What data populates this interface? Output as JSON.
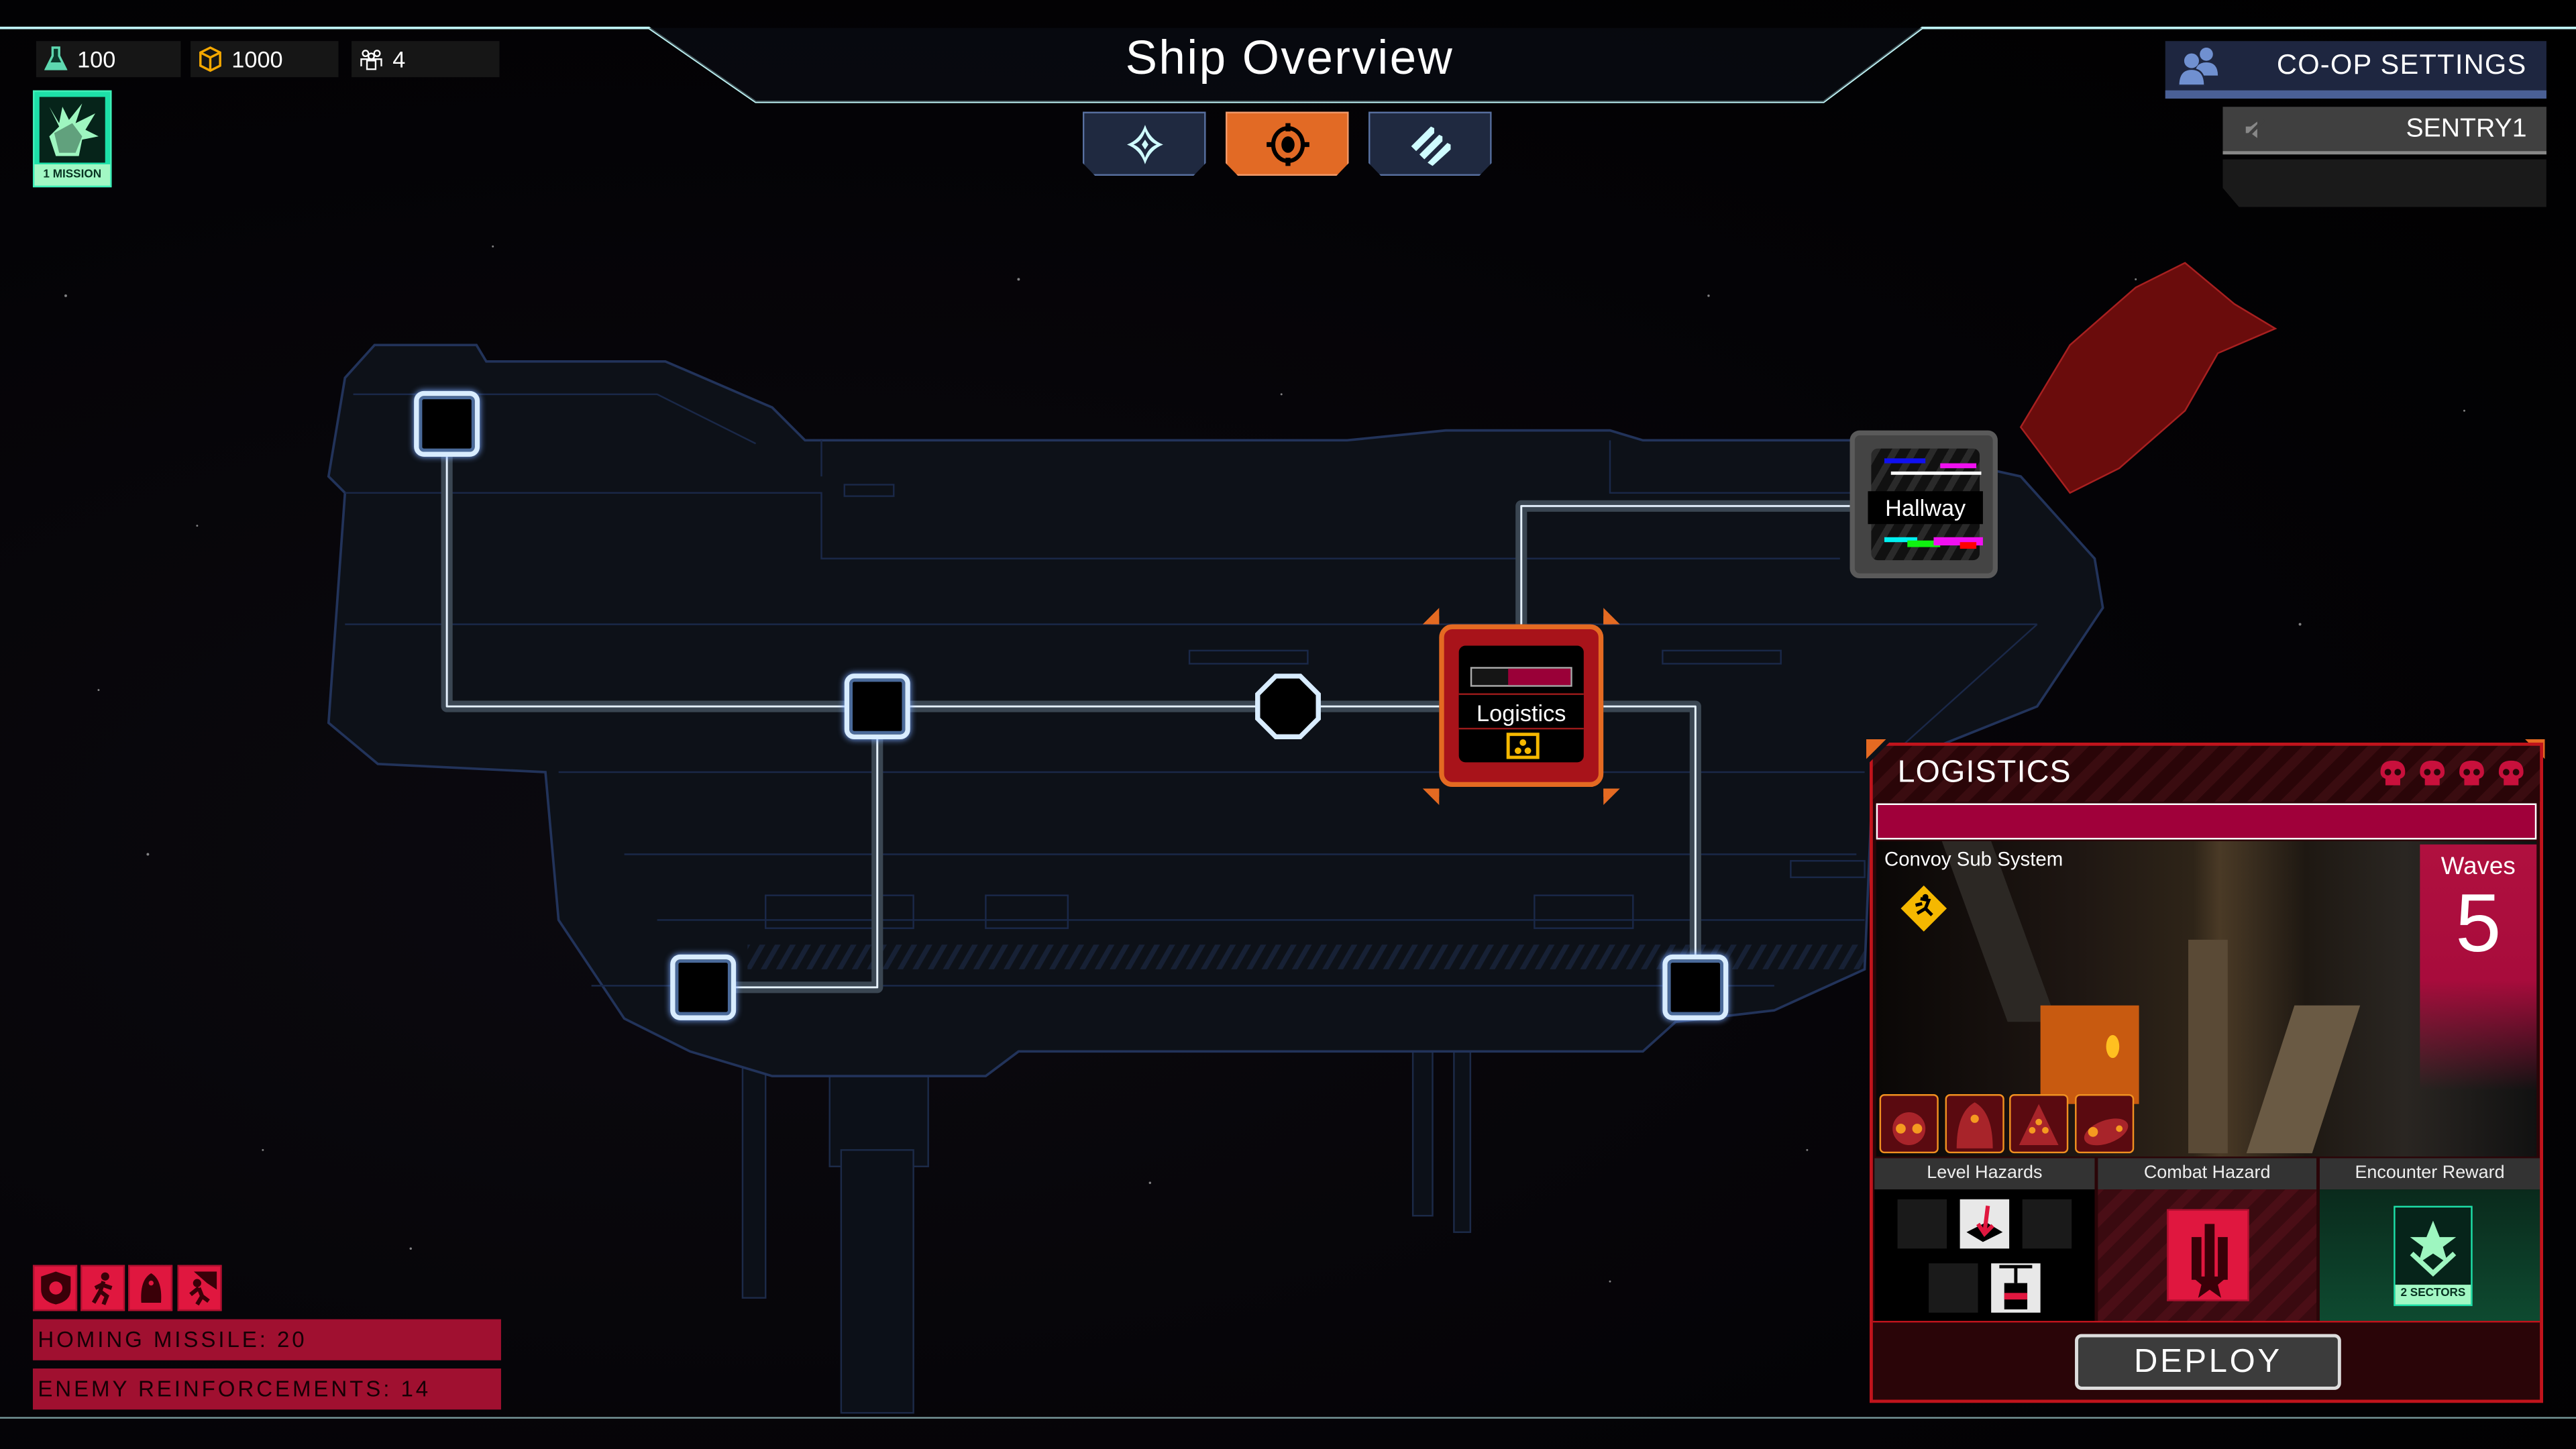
{
  "resources": [
    {
      "icon": "flask-icon",
      "value": "100"
    },
    {
      "icon": "cube-icon",
      "value": "1000"
    },
    {
      "icon": "people-icon",
      "value": "4"
    }
  ],
  "mission_card": {
    "label": "1 MISSION"
  },
  "header": {
    "title": "Ship Overview"
  },
  "tabs": [
    {
      "icon": "diamond-icon",
      "active": false
    },
    {
      "icon": "crosshair-icon",
      "active": true
    },
    {
      "icon": "ammo-icon",
      "active": false
    }
  ],
  "coop": {
    "label": "CO-OP SETTINGS",
    "player": "SENTRY1",
    "player_icon": "muted-speaker-icon"
  },
  "map": {
    "nodes": [
      {
        "label": "Logistics",
        "state": "selected",
        "progress": 0.64
      },
      {
        "label": "Hallway",
        "state": "corrupted"
      }
    ]
  },
  "panel": {
    "title": "LOGISTICS",
    "difficulty_skulls": 4,
    "subtitle": "Convoy Sub System",
    "waves_label": "Waves",
    "waves_value": "5",
    "sections": [
      "Level Hazards",
      "Combat Hazard",
      "Encounter Reward"
    ],
    "reward_label": "2 SECTORS",
    "deploy": "DEPLOY",
    "colors": {
      "accent": "#c0141c",
      "bar": "#a0003a",
      "reward": "#1de0a8"
    }
  },
  "modifiers": {
    "icons": [
      "skull-shield-icon",
      "running-man-icon",
      "hooded-figure-icon",
      "falling-man-icon"
    ],
    "lines": [
      "HOMING MISSILE: 20",
      "ENEMY REINFORCEMENTS: 14"
    ]
  }
}
